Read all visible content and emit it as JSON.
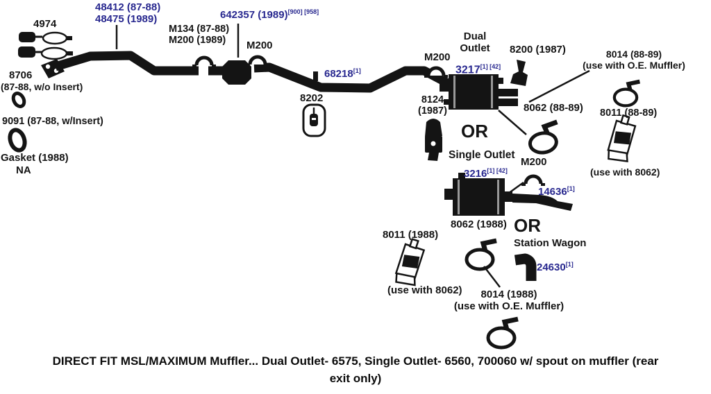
{
  "colors": {
    "black": "#141414",
    "blue": "#28288f",
    "background": "#ffffff"
  },
  "labels": {
    "p4974": {
      "text": "4974"
    },
    "p48412": {
      "line1": "48412 (87-88)",
      "line2": "48475 (1989)"
    },
    "m134": {
      "line1": "M134 (87-88)",
      "line2": "M200 (1989)"
    },
    "p642357": {
      "text": "642357 (1989)",
      "sup": "[900] [958]"
    },
    "m200a": {
      "text": "M200"
    },
    "p68218": {
      "text": "68218",
      "sup": "[1]"
    },
    "p8202": {
      "text": "8202"
    },
    "p8706": {
      "line1": "8706",
      "line2": "(87-88, w/o Insert)"
    },
    "p9091": {
      "text": "9091 (87-88, w/Insert)"
    },
    "gasket": {
      "line1": "Gasket (1988)",
      "line2": "NA"
    },
    "m200b": {
      "text": "M200"
    },
    "dual_outlet": {
      "line1": "Dual",
      "line2": "Outlet"
    },
    "p3217": {
      "text": "3217",
      "sup": "[1] [42]"
    },
    "p8200": {
      "text": "8200 (1987)"
    },
    "p8014a": {
      "line1": "8014 (88-89)",
      "line2": "(use with O.E. Muffler)"
    },
    "p8124": {
      "line1": "8124",
      "line2": "(1987)"
    },
    "p8062a": {
      "text": "8062 (88-89)"
    },
    "p8011a": {
      "text": "8011 (88-89)"
    },
    "or_a": {
      "text": "OR"
    },
    "use8062a": {
      "text": "(use with 8062)"
    },
    "single_outlet": {
      "text": "Single Outlet"
    },
    "p3216": {
      "text": "3216",
      "sup": "[1] [42]"
    },
    "m200c": {
      "text": "M200"
    },
    "p14636": {
      "text": "14636",
      "sup": "[1]"
    },
    "p8062b": {
      "text": "8062 (1988)"
    },
    "or_b": {
      "text": "OR"
    },
    "p8011b": {
      "text": "8011 (1988)"
    },
    "use8062b": {
      "text": "(use with 8062)"
    },
    "p8014b": {
      "line1": "8014 (1988)",
      "line2": "(use with O.E. Muffler)"
    },
    "station_wagon": {
      "text": "Station Wagon"
    },
    "p24630": {
      "text": "24630",
      "sup": "[1]"
    }
  },
  "caption": {
    "line1": "DIRECT FIT MSL/MAXIMUM Muffler... Dual Outlet- 6575, Single Outlet- 6560, 700060 w/ spout on muffler (rear",
    "line2": "exit only)"
  }
}
